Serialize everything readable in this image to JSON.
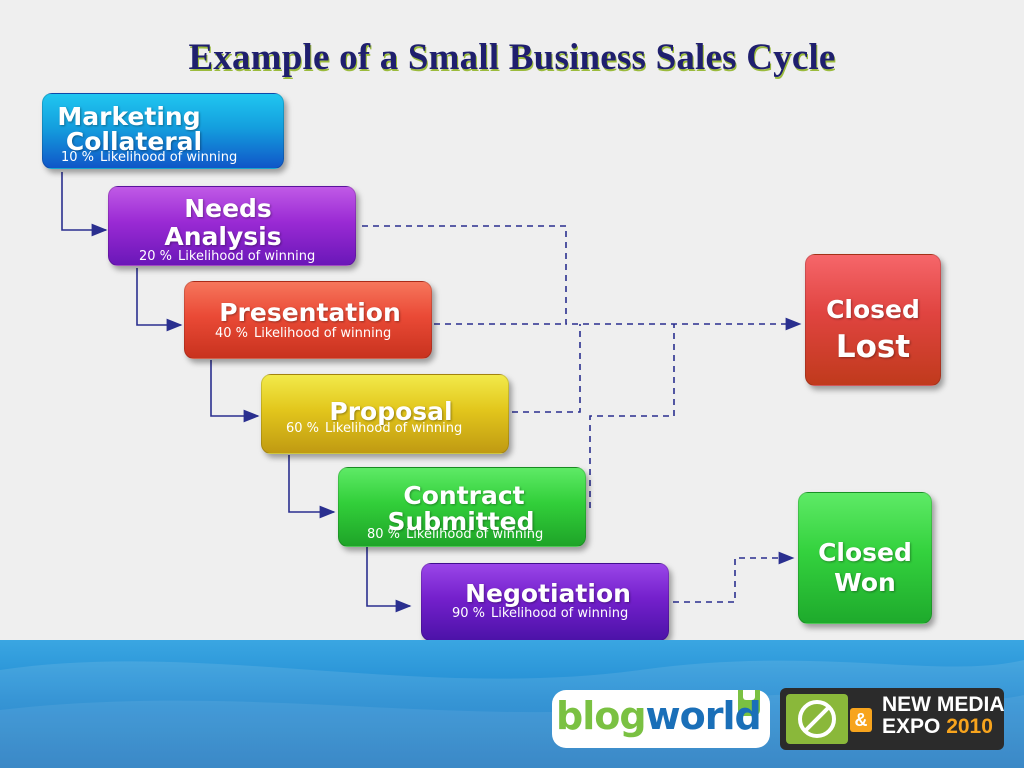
{
  "title": "Example of a Small Business Sales Cycle",
  "probability_caption": "Likelihood of winning",
  "stages": [
    {
      "id": "marketing-collateral",
      "lines": [
        "Marketing",
        "Collateral"
      ],
      "percent": "10 %"
    },
    {
      "id": "needs-analysis",
      "lines": [
        "Needs",
        "Analysis"
      ],
      "percent": "20 %"
    },
    {
      "id": "presentation",
      "lines": [
        "Presentation"
      ],
      "percent": "40 %"
    },
    {
      "id": "proposal",
      "lines": [
        "Proposal"
      ],
      "percent": "60 %"
    },
    {
      "id": "contract-submitted",
      "lines": [
        "Contract",
        "Submitted"
      ],
      "percent": "80 %"
    },
    {
      "id": "negotiation",
      "lines": [
        "Negotiation"
      ],
      "percent": "90 %"
    }
  ],
  "outcomes": {
    "closed_lost": [
      "Closed",
      "Lost"
    ],
    "closed_won": [
      "Closed",
      "Won"
    ]
  },
  "footer": {
    "logo_blog": "blog",
    "logo_world": "world",
    "expo_line1": "NEW MEDIA",
    "expo_line2": "EXPO",
    "expo_year": "2010"
  },
  "colors": {
    "title": "#1f1f6e",
    "connector": "#2a2f8f",
    "footer": "#1f88d0"
  }
}
